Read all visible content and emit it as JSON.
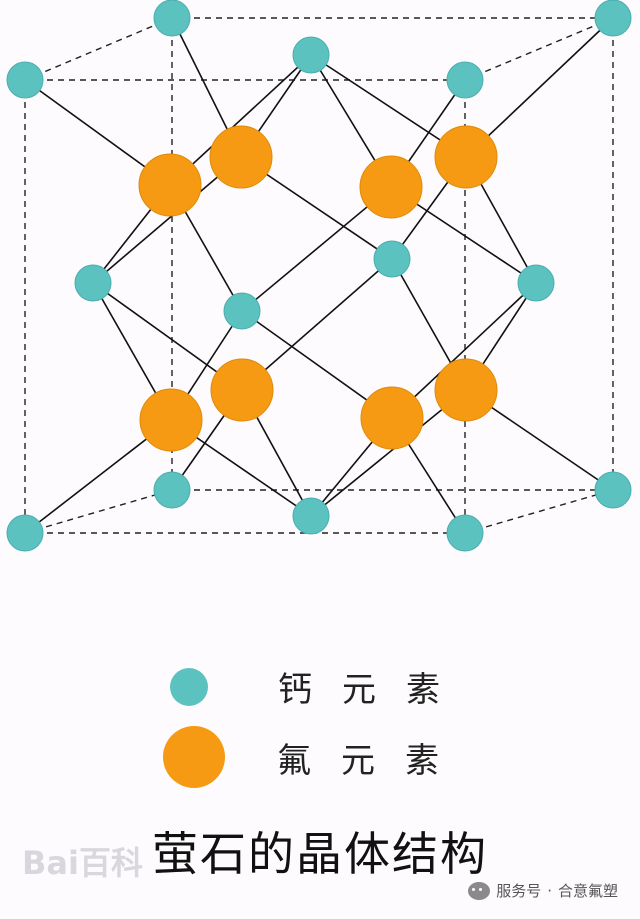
{
  "colors": {
    "calcium": "#5cc2c0",
    "fluorine": "#f59a12",
    "bond": "#111111"
  },
  "legend": [
    {
      "name": "calcium",
      "label": "钙元素"
    },
    {
      "name": "fluorine",
      "label": "氟元素"
    }
  ],
  "caption": "萤石的晶体结构",
  "watermark": "Bai百科",
  "footer": {
    "prefix": "服务号",
    "separator": "·",
    "account": "合意氟塑"
  }
}
